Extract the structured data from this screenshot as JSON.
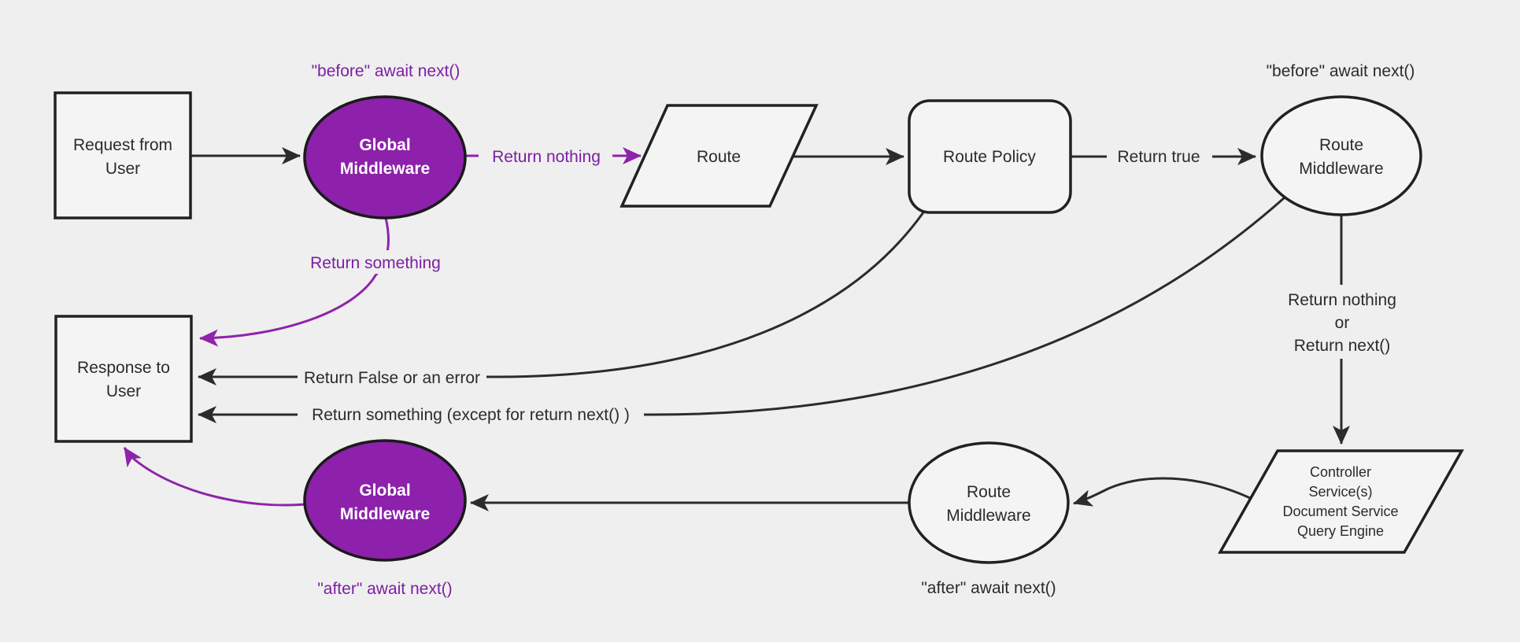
{
  "diagram_title": "middleware-request-response-flow",
  "colors": {
    "background": "#efefef",
    "node_fill": "#f4f4f4",
    "node_stroke": "#212121",
    "edge_dark": "#2b2b2b",
    "purple_fill": "#8d21ab",
    "purple_line": "#8e24aa",
    "purple_text": "#7d1fa2",
    "white_text": "#ffffff"
  },
  "nodes": {
    "request": {
      "line1": "Request from",
      "line2": "User",
      "shape": "rectangle"
    },
    "global_middleware_top": {
      "line1": "Global",
      "line2": "Middleware",
      "shape": "ellipse"
    },
    "route": {
      "label": "Route",
      "shape": "parallelogram"
    },
    "route_policy": {
      "label": "Route Policy",
      "shape": "rounded-rectangle"
    },
    "route_middleware_top": {
      "line1": "Route",
      "line2": "Middleware",
      "shape": "ellipse"
    },
    "controller": {
      "line1": "Controller",
      "line2": "Service(s)",
      "line3": "Document Service",
      "line4": "Query Engine",
      "shape": "parallelogram"
    },
    "route_middleware_bottom": {
      "line1": "Route",
      "line2": "Middleware",
      "shape": "ellipse"
    },
    "global_middleware_bottom": {
      "line1": "Global",
      "line2": "Middleware",
      "shape": "ellipse"
    },
    "response": {
      "line1": "Response to",
      "line2": "User",
      "shape": "rectangle"
    }
  },
  "labels": {
    "before_await_global": "\"before\" await next()",
    "before_await_route": "\"before\" await next()",
    "after_await_global": "\"after\" await next()",
    "after_await_route": "\"after\" await next()",
    "return_nothing": "Return nothing",
    "return_something": "Return something",
    "return_true": "Return true",
    "return_nothing_or_line1": "Return nothing",
    "return_nothing_or_line2": "or",
    "return_nothing_or_line3": "Return next()",
    "return_false_or_error": "Return False or an error",
    "return_something_except": "Return something (except for return next() )"
  }
}
